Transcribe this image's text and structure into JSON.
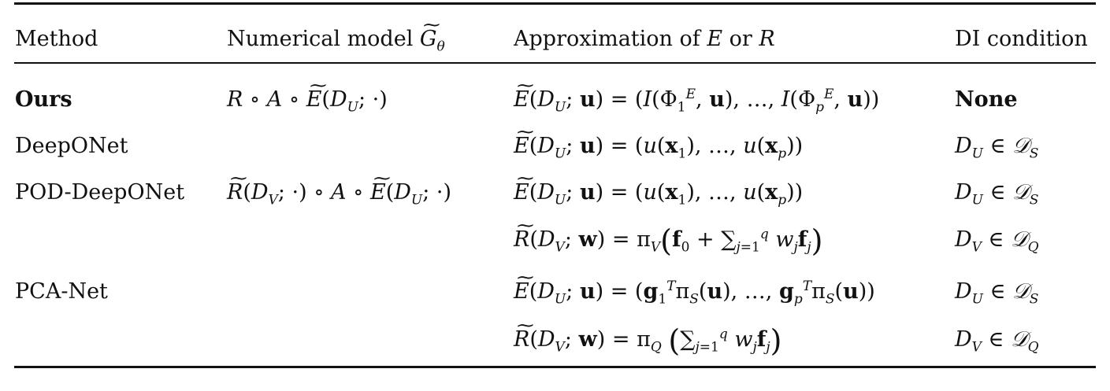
{
  "table": {
    "headers": [
      "Method",
      "Numerical model G̃_θ",
      "Approximation of E or R",
      "DI condition"
    ],
    "rows": [
      {
        "method": "Ours",
        "method_bold": true,
        "model": "R ∘ A ∘ Ẽ(D_U; ·)",
        "approximation": "Ẽ(D_U; u) = (I(Φ_1^E, u), …, I(Φ_p^E, u))",
        "di_condition": "None",
        "di_bold": true
      },
      {
        "method": "DeepONet",
        "model": "",
        "approximation": "Ẽ(D_U; u) = (u(x_1), …, u(x_p))",
        "di_condition": "D_U ∈ 𝒟_S"
      },
      {
        "method": "POD-DeepONet",
        "model": "R̃(D_V; ·) ∘ A ∘ Ẽ(D_U; ·)",
        "approximation": "Ẽ(D_U; u) = (u(x_1), …, u(x_p))",
        "di_condition": "D_U ∈ 𝒟_S"
      },
      {
        "method": "",
        "model": "",
        "approximation": "R̃(D_V; w) = π_V(f_0 + Σ_{j=1}^q w_j f_j)",
        "di_condition": "D_V ∈ 𝒟_Q"
      },
      {
        "method": "PCA-Net",
        "model": "",
        "approximation": "Ẽ(D_U; u) = (g_1^T π_S(u), …, g_p^T π_S(u))",
        "di_condition": "D_U ∈ 𝒟_S"
      },
      {
        "method": "",
        "model": "",
        "approximation": "R̃(D_V; w) = π_Q(Σ_{j=1}^q w_j f_j)",
        "di_condition": "D_V ∈ 𝒟_Q"
      }
    ]
  }
}
